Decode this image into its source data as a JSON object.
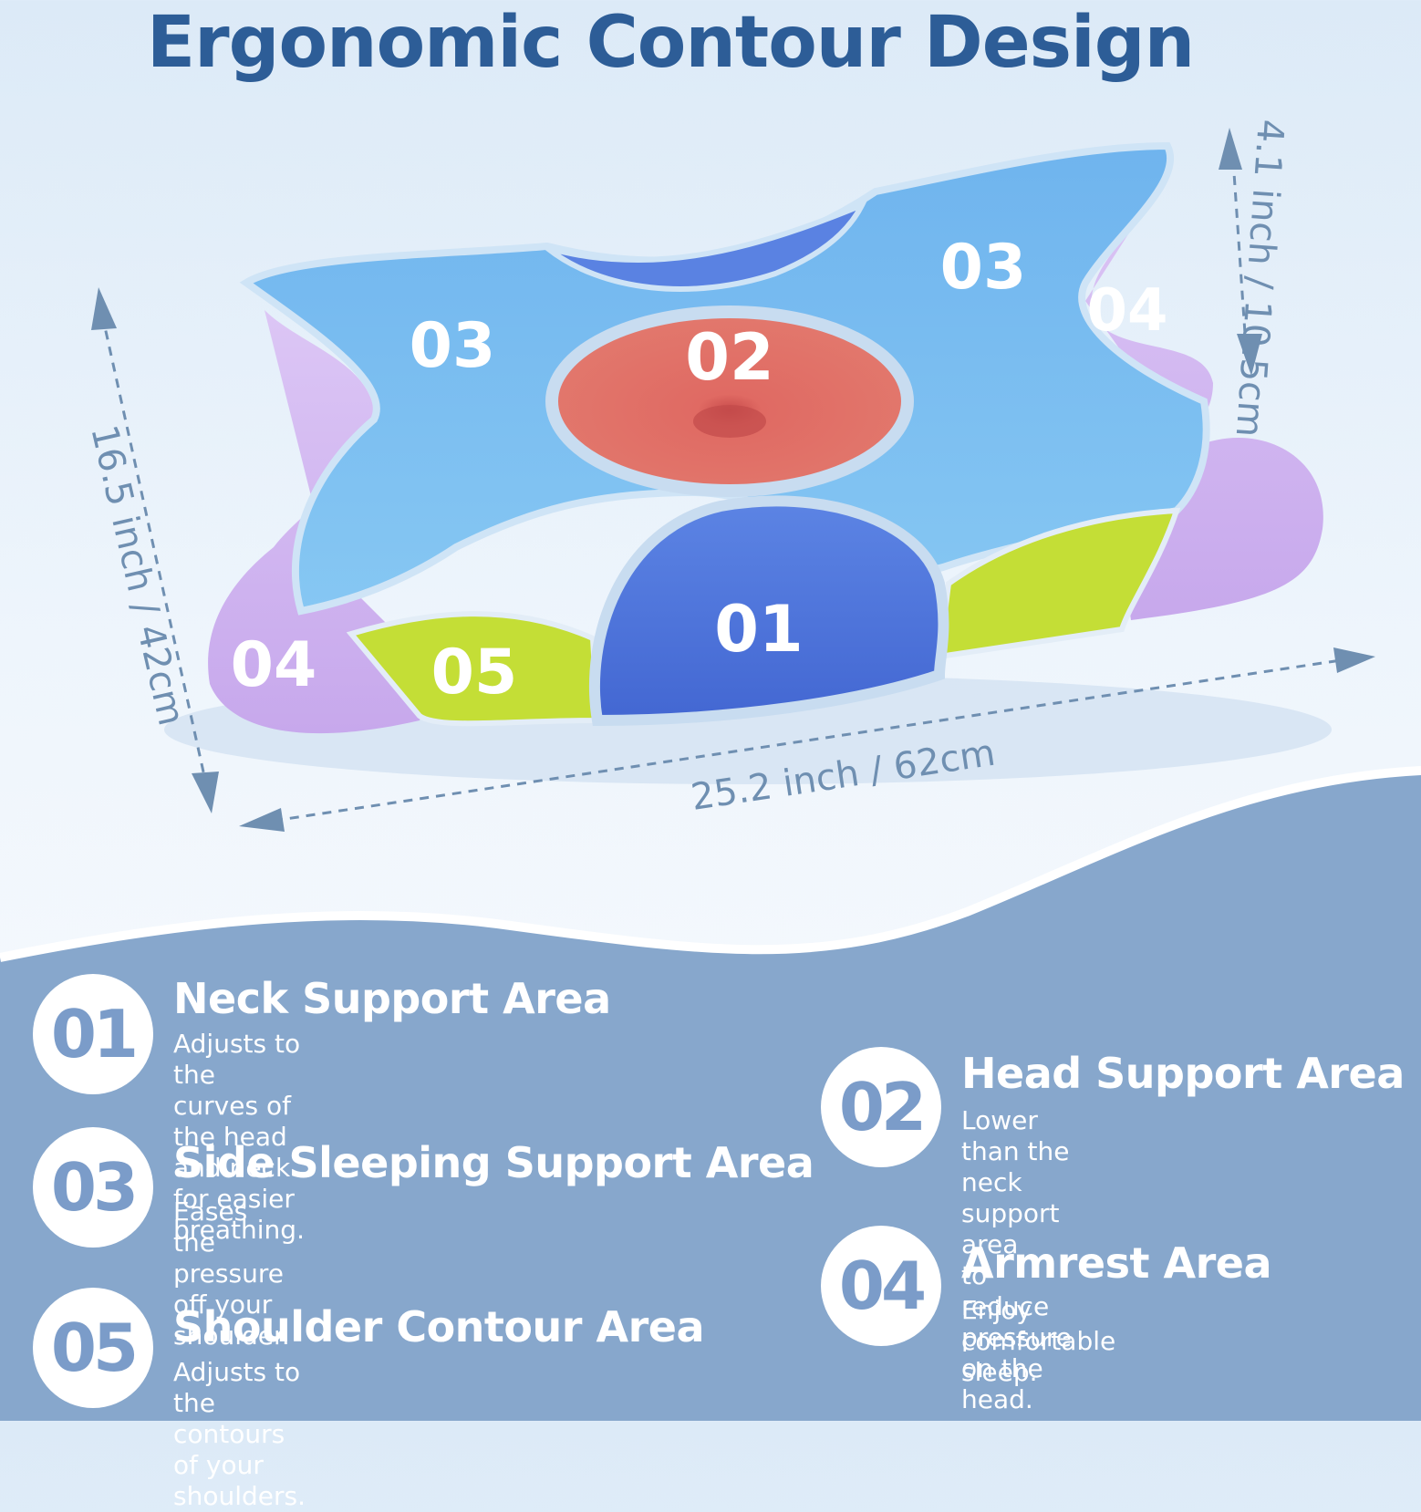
{
  "title": "Ergonomic Contour Design",
  "dimensions": {
    "width": "25.2 inch / 62cm",
    "depth": "16.5 inch / 42cm",
    "height": "4.1 inch / 10.5cm"
  },
  "zone_labels": {
    "neck": "01",
    "head": "02",
    "side_left": "03",
    "side_right": "03",
    "arm_left": "04",
    "arm_right": "04",
    "shoulder": "05"
  },
  "features": [
    {
      "number": "01",
      "title": "Neck Support Area",
      "description": "Adjusts to the curves of the head\nand neck for easier breathing."
    },
    {
      "number": "02",
      "title": "Head Support Area",
      "description": "Lower than the neck support area\nto reduce pressure on the head."
    },
    {
      "number": "03",
      "title": "Side Sleeping Support Area",
      "description": "Eases the pressure off your shoulder."
    },
    {
      "number": "04",
      "title": "Armrest Area",
      "description": "Enjoy comfortable sleep."
    },
    {
      "number": "05",
      "title": "Shoulder Contour Area",
      "description": "Adjusts to the contours of your shoulders."
    }
  ],
  "colors": {
    "title": "#2d5d97",
    "panel": "#87a7cc",
    "side_zone": "#74b8ee",
    "head_zone": "#e2736a",
    "neck_zone": "#4c73d8",
    "shoulder_zone": "#c4de36",
    "armrest_zone": "#d3b8f0"
  }
}
